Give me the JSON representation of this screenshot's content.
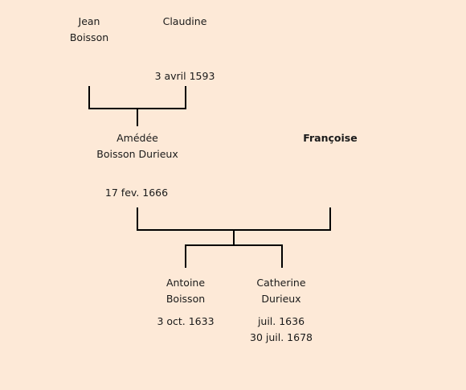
{
  "colors": {
    "background": "#fde9d7",
    "line": "#000000",
    "text": "#1a1a1a"
  },
  "people": {
    "jean": {
      "first": "Jean",
      "last": "Boisson"
    },
    "claudine": {
      "first": "Claudine"
    },
    "amedee": {
      "first": "Amédée",
      "last": "Boisson Durieux"
    },
    "francoise": {
      "first": "Françoise"
    },
    "antoine": {
      "first": "Antoine",
      "last": "Boisson",
      "date": "3 oct. 1633"
    },
    "catherine": {
      "first": "Catherine",
      "last": "Durieux",
      "birth": "juil. 1636",
      "death": "30 juil. 1678"
    }
  },
  "marriages": {
    "jean_claudine": "3 avril 1593",
    "amedee_francoise": "17 fev. 1666"
  }
}
